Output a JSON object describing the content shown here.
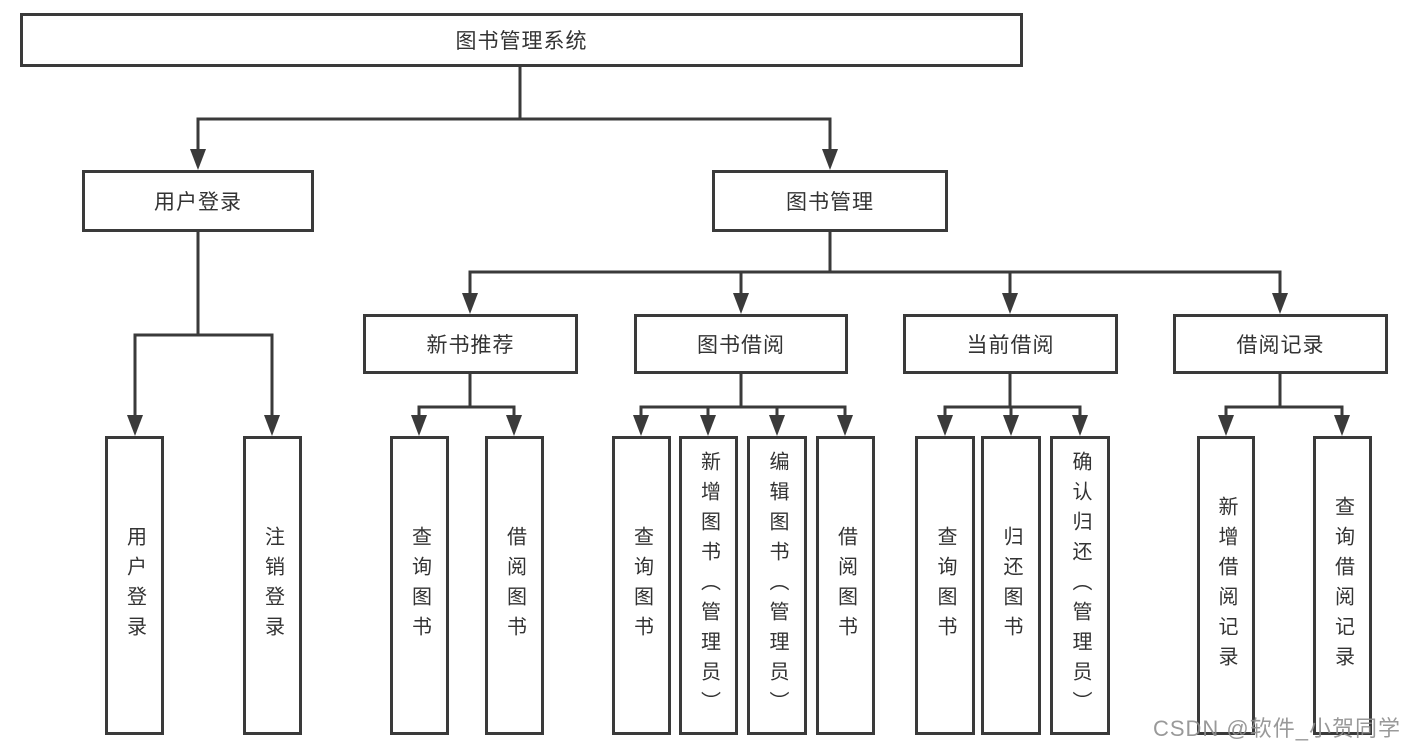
{
  "root": {
    "label": "图书管理系统"
  },
  "level2": {
    "user_login": {
      "label": "用户登录"
    },
    "book_management": {
      "label": "图书管理"
    }
  },
  "level3": {
    "new_book_recommend": {
      "label": "新书推荐"
    },
    "book_borrow": {
      "label": "图书借阅"
    },
    "current_borrow": {
      "label": "当前借阅"
    },
    "borrow_records": {
      "label": "借阅记录"
    }
  },
  "leaves": {
    "user_login_action": {
      "label": "用户登录"
    },
    "logout_action": {
      "label": "注销登录"
    },
    "recommend_query_books": {
      "label": "查询图书"
    },
    "recommend_borrow_books": {
      "label": "借阅图书"
    },
    "borrow_query_books": {
      "label": "查询图书"
    },
    "add_books_admin": {
      "label": "新增图书（管理员）"
    },
    "edit_books_admin": {
      "label": "编辑图书（管理员）"
    },
    "borrow_borrow_books": {
      "label": "借阅图书"
    },
    "current_query_books": {
      "label": "查询图书"
    },
    "return_books": {
      "label": "归还图书"
    },
    "confirm_return_admin": {
      "label": "确认归还（管理员）"
    },
    "add_borrow_record": {
      "label": "新增借阅记录"
    },
    "query_borrow_record": {
      "label": "查询借阅记录"
    }
  },
  "watermark": {
    "label": "CSDN @软件_小贺同学"
  },
  "colors": {
    "line": "#3a3a3a",
    "text": "#333333",
    "background": "#ffffff",
    "watermark": "#8f8f8f"
  }
}
